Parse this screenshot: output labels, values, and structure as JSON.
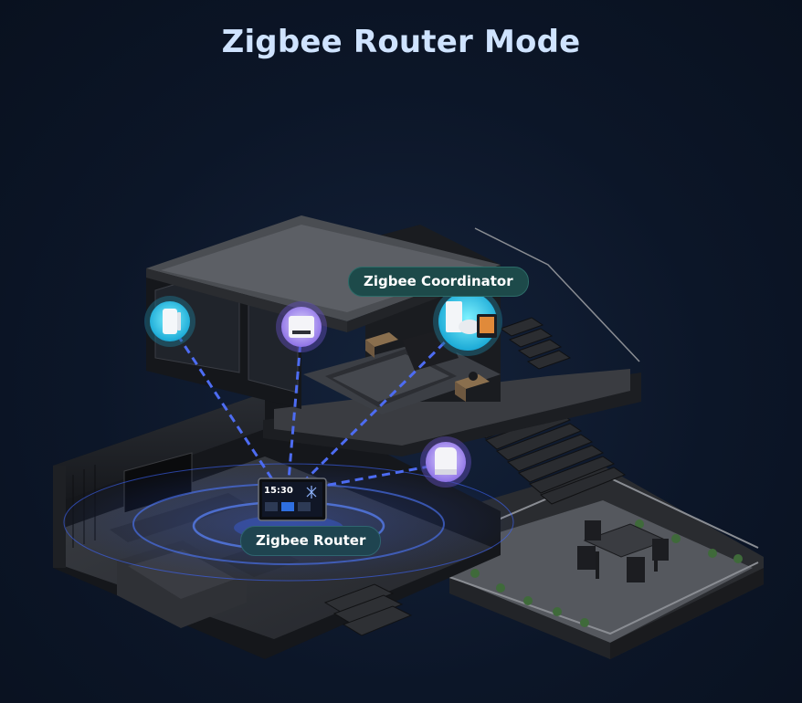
{
  "title": "Zigbee Router Mode",
  "labels": {
    "coordinator": "Zigbee Coordinator",
    "router": "Zigbee Router"
  },
  "router_display_time": "15:30",
  "colors": {
    "background": "#0c1628",
    "title": "#cfe3ff",
    "link_line": "#4d6cf2",
    "signal_ring": "#2f55d6",
    "coordinator_badge": "#1d4a4a",
    "router_badge": "#1f4450",
    "device_bubble_cyan": "#22c8e8",
    "device_bubble_purple": "#a58cf0"
  },
  "devices": [
    {
      "icon": "door-sensor-icon"
    },
    {
      "icon": "smart-switch-icon"
    },
    {
      "icon": "zigbee-hub-icon"
    },
    {
      "icon": "radiator-valve-icon"
    }
  ]
}
